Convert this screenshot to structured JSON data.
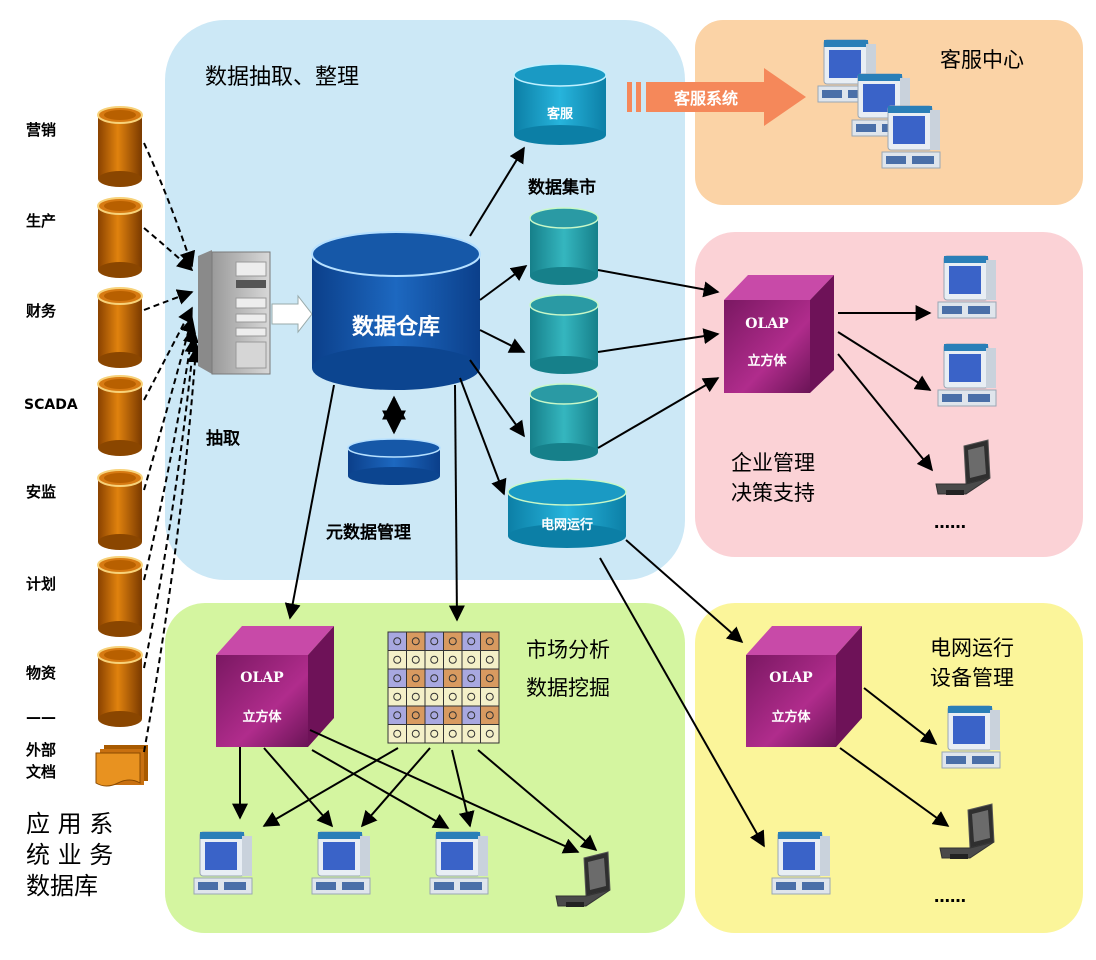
{
  "colors": {
    "extract_panel": "#cce8f6",
    "service_panel": "#fbd3a6",
    "decision_panel": "#fbd2d6",
    "market_panel": "#d4f5a0",
    "grid_panel": "#fbf59a",
    "source_db": "#c86a00",
    "warehouse": "#1b5fb0",
    "mart": "#2aa6b0",
    "olap": "#8a1a6e",
    "service_arrow": "#f5885a"
  },
  "sources": {
    "items": [
      {
        "label": "营销",
        "icon": "database-icon"
      },
      {
        "label": "生产",
        "icon": "database-icon"
      },
      {
        "label": "财务",
        "icon": "database-icon"
      },
      {
        "label": "SCADA",
        "icon": "database-icon"
      },
      {
        "label": "安监",
        "icon": "database-icon"
      },
      {
        "label": "计划",
        "icon": "database-icon"
      },
      {
        "label": "物资",
        "icon": "database-icon"
      }
    ],
    "separator": "——",
    "external": {
      "line1": "外部",
      "line2": "文档",
      "icon": "document-stack-icon"
    },
    "caption": {
      "line1": "应 用 系",
      "line2": "统 业 务",
      "line3": "数据库"
    }
  },
  "extract_panel": {
    "title": "数据抽取、整理",
    "extract_label": "抽取",
    "warehouse_label": "数据仓库",
    "metadata_label": "元数据管理",
    "mart_label": "数据集市",
    "service_mart_label": "客服",
    "grid_mart_label": "电网运行"
  },
  "service_panel": {
    "title": "客服中心",
    "arrow_label": "客服系统"
  },
  "decision_panel": {
    "title_line1": "企业管理",
    "title_line2": "决策支持",
    "olap_line1": "OLAP",
    "olap_line2": "立方体",
    "ellipsis": "……"
  },
  "market_panel": {
    "title_line1": "市场分析",
    "title_line2": "数据挖掘",
    "olap_line1": "OLAP",
    "olap_line2": "立方体"
  },
  "grid_panel": {
    "title_line1": "电网运行",
    "title_line2": "设备管理",
    "olap_line1": "OLAP",
    "olap_line2": "立方体",
    "ellipsis": "……"
  }
}
